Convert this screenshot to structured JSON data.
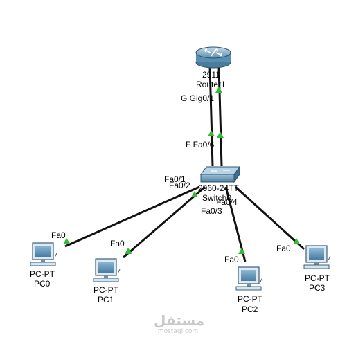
{
  "devices": {
    "router": {
      "model": "2911",
      "name": "Router1"
    },
    "switch": {
      "model": "2960-24TT",
      "name": "Switch0"
    },
    "pcs": [
      {
        "type": "PC-PT",
        "name": "PC0",
        "port": "Fa0"
      },
      {
        "type": "PC-PT",
        "name": "PC1",
        "port": "Fa0"
      },
      {
        "type": "PC-PT",
        "name": "PC2",
        "port": "Fa0"
      },
      {
        "type": "PC-PT",
        "name": "PC3",
        "port": "Fa0"
      }
    ]
  },
  "ports": {
    "router_top": "G Gig0/1",
    "switch_uplink": "F Fa0/6",
    "sw_fa01": "Fa0/1",
    "sw_fa02": "Fa0/2",
    "sw_fa03": "Fa0/3",
    "sw_fa04": "Fa0/4"
  },
  "watermark": {
    "arabic": "مستقل",
    "latin": "mostaql.com"
  },
  "colors": {
    "link": "#111111",
    "port_up": "#33bb33",
    "device": "#5a8fb4"
  }
}
